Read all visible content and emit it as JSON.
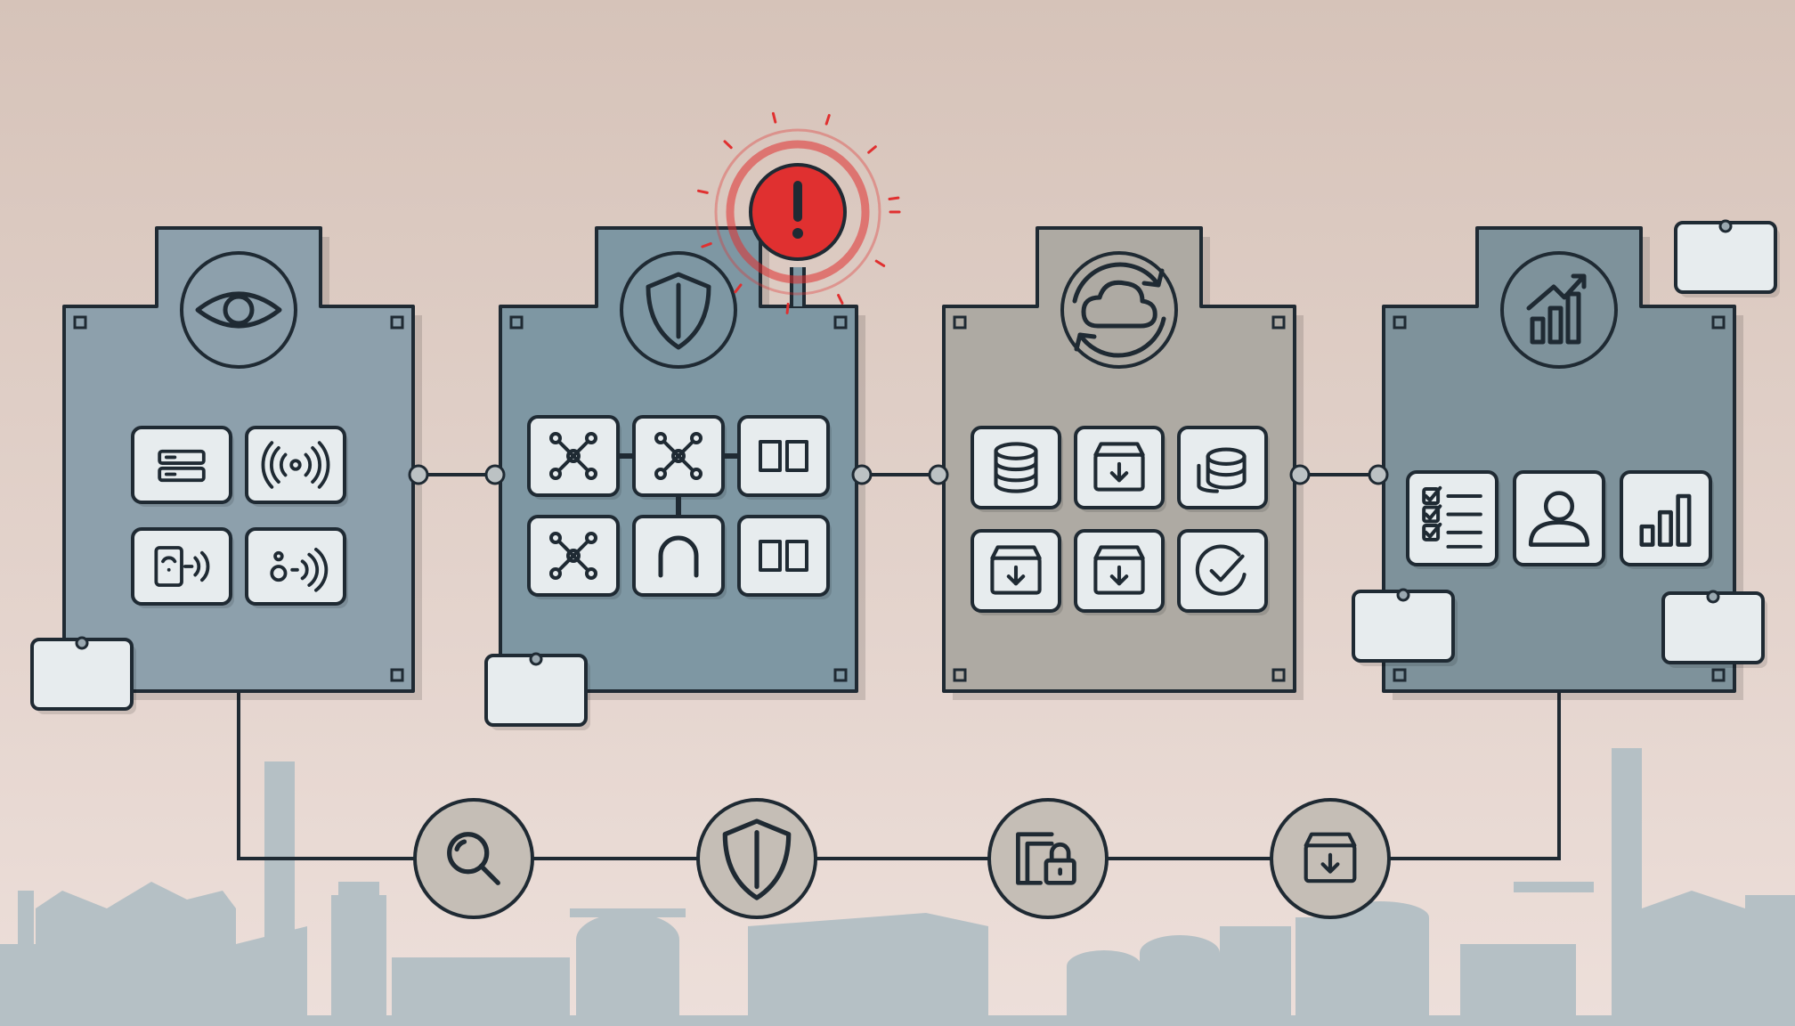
{
  "diagram": {
    "colors": {
      "bg_top": "#d6c3b9",
      "bg_bottom": "#eddfda",
      "panel_monitor": "#8da0ac",
      "panel_protect": "#7e97a3",
      "panel_cloud": "#aeaaa3",
      "panel_analytics": "#7e929b",
      "outline": "#1f2a33",
      "tile": "#e7ecee",
      "alert": "#e03030",
      "node": "#c5beb6",
      "silhouette": "#b5c0c5"
    },
    "stages": [
      {
        "name": "monitor",
        "header_icon": "eye-icon",
        "tiles": [
          "server-rack-icon",
          "wireless-broadcast-icon",
          "rfid-reader-icon",
          "proximity-sensor-icon"
        ]
      },
      {
        "name": "protect",
        "header_icon": "shield-icon",
        "alert": true,
        "tiles": [
          "network-hub-icon",
          "network-hub-icon",
          "panel-split-icon",
          "network-hub-icon",
          "magnet-icon",
          "panel-split-icon"
        ]
      },
      {
        "name": "cloud-sync",
        "header_icon": "cloud-sync-icon",
        "tiles": [
          "database-icon",
          "archive-download-icon",
          "coins-stack-icon",
          "archive-download-icon",
          "archive-download-icon",
          "checkmark-circle-icon"
        ]
      },
      {
        "name": "analytics",
        "header_icon": "growth-chart-icon",
        "tiles": [
          "checklist-icon",
          "user-profile-icon",
          "bar-chart-icon"
        ]
      }
    ],
    "pipeline": [
      "magnifier-icon",
      "shield-icon",
      "secure-lock-icon",
      "archive-download-icon"
    ]
  }
}
